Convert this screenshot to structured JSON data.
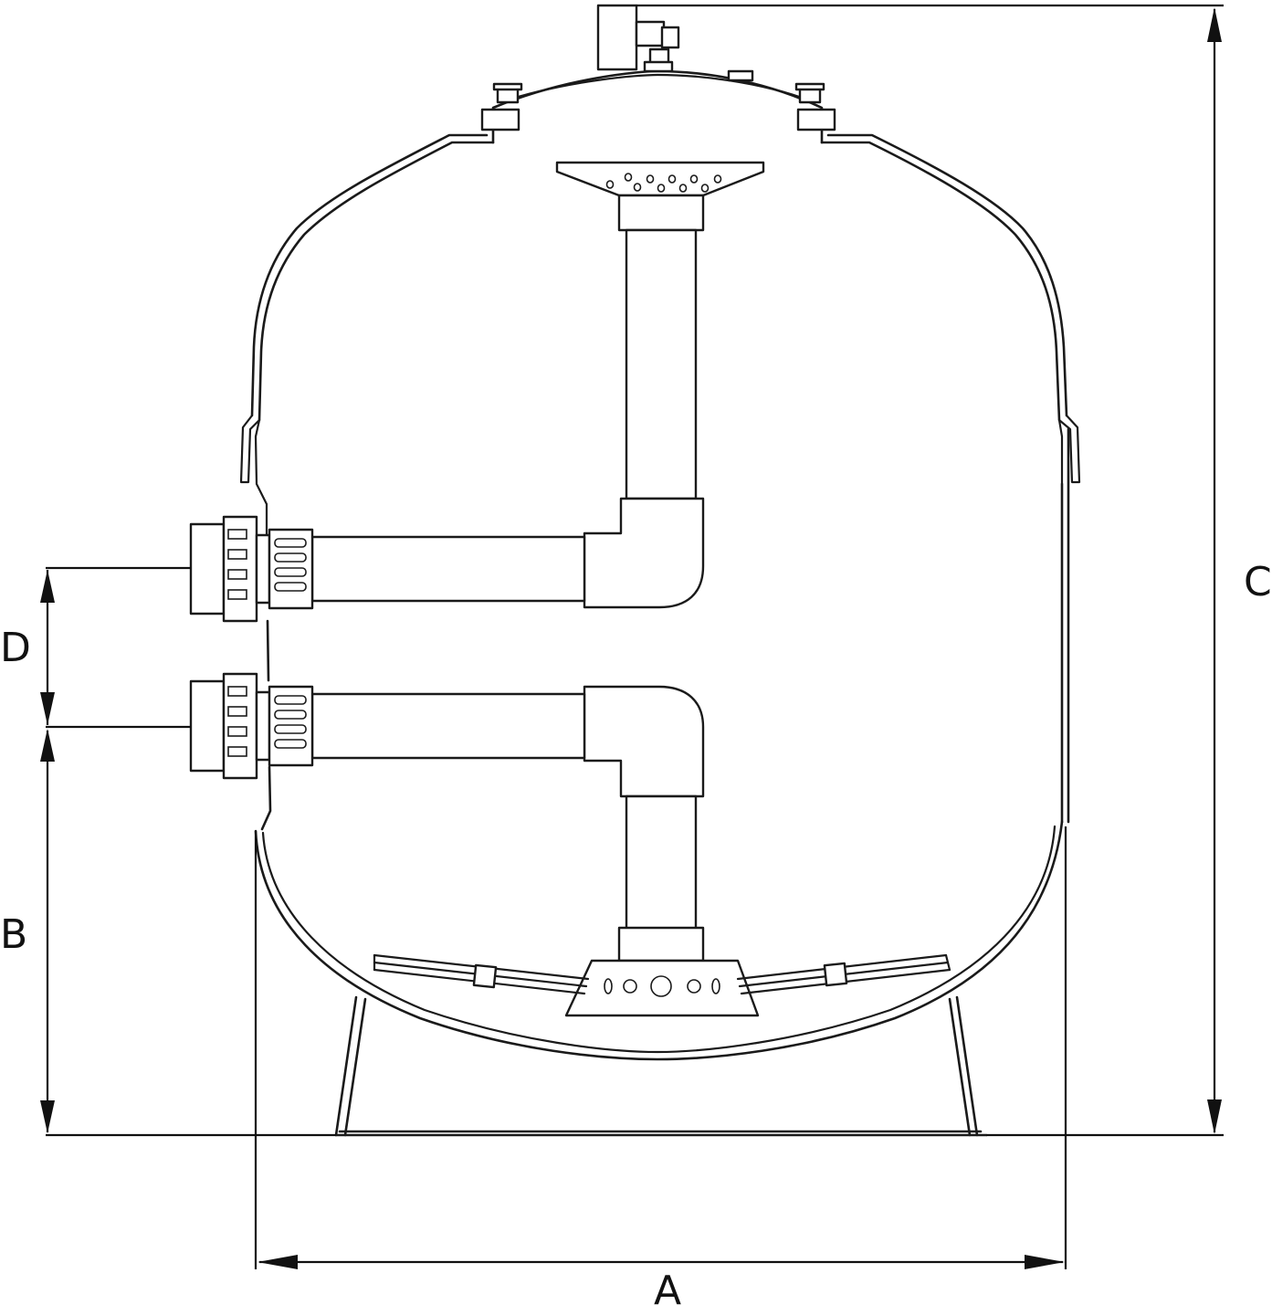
{
  "dimensions": {
    "a": "A",
    "b": "B",
    "c": "C",
    "d": "D"
  },
  "colors": {
    "line": "#1a1a1a",
    "background": "#ffffff"
  }
}
